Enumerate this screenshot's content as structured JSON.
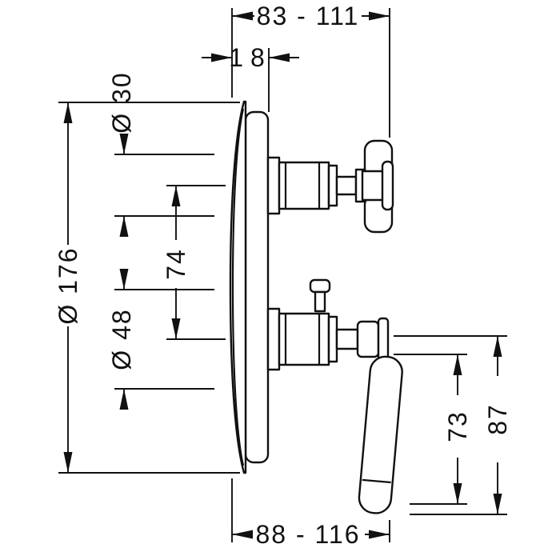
{
  "colors": {
    "line": "#111111",
    "background": "#ffffff"
  },
  "dimensions": {
    "top_width": "83 - 111",
    "plate_depth": "18",
    "plate_diameter": "Ø 176",
    "top_stem_diameter": "Ø 30",
    "handle_center_distance": "74",
    "bottom_sleeve_diameter": "Ø 48",
    "lever_length": "73",
    "lever_projection": "87",
    "bottom_width": "88 - 116"
  }
}
